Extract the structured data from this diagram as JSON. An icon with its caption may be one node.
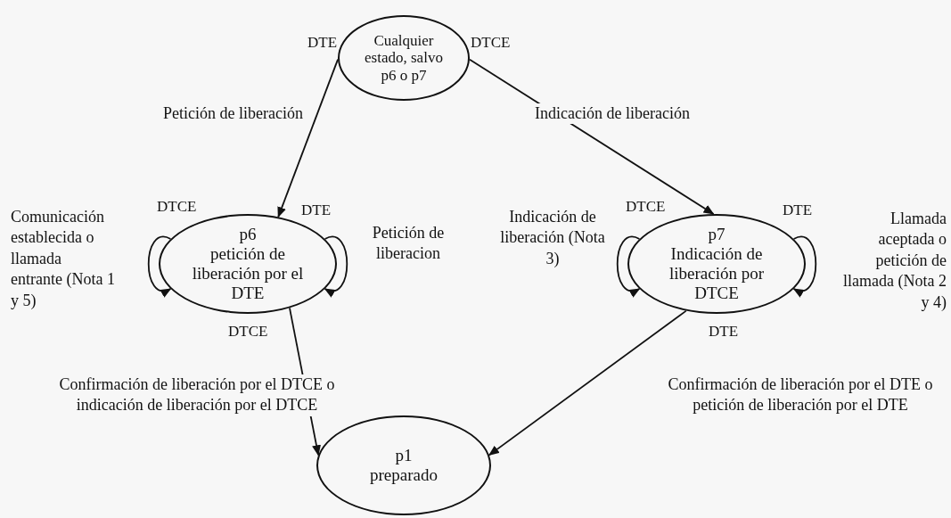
{
  "diagram": {
    "nodes": [
      {
        "text": [
          "Cualquier estado, salvo p6 o p7"
        ]
      },
      {
        "text": [
          "p6",
          "petición de liberación por el DTE"
        ]
      },
      {
        "text": [
          "p7",
          "Indicación de liberación por DTCE"
        ]
      },
      {
        "text": [
          "p1",
          "preparado"
        ]
      }
    ],
    "edges": [
      {
        "from": 0,
        "to": 1,
        "arrow": "to",
        "label": "Petición de liberación"
      },
      {
        "from": 0,
        "to": 2,
        "arrow": "to",
        "label": "Indicación de liberación"
      },
      {
        "from": 1,
        "to": 1,
        "arrow": "to",
        "label": "Comunicación establecida o llamada entrante (Nota 1 y 5)"
      },
      {
        "from": 1,
        "to": 1,
        "arrow": "to",
        "label": "Petición de liberacion"
      },
      {
        "from": 2,
        "to": 2,
        "arrow": "to",
        "label": "Indicación de liberación (Nota 3)"
      },
      {
        "from": 2,
        "to": 2,
        "arrow": "to",
        "label": "Llamada aceptada o petición de llamada (Nota 2 y 4)"
      },
      {
        "from": 1,
        "to": 3,
        "arrow": "to",
        "label": "Confirmación de liberación por el DTCE o indicación de liberación por el DTCE"
      },
      {
        "from": 2,
        "to": 3,
        "arrow": "to",
        "label": "Confirmación de liberación por el DTE o petición de liberación por el DTE"
      }
    ],
    "labels": [
      "DTE",
      "DTCE",
      "DTCE",
      "DTE",
      "DTCE",
      "DTE",
      "DTCE",
      "DTE"
    ]
  }
}
